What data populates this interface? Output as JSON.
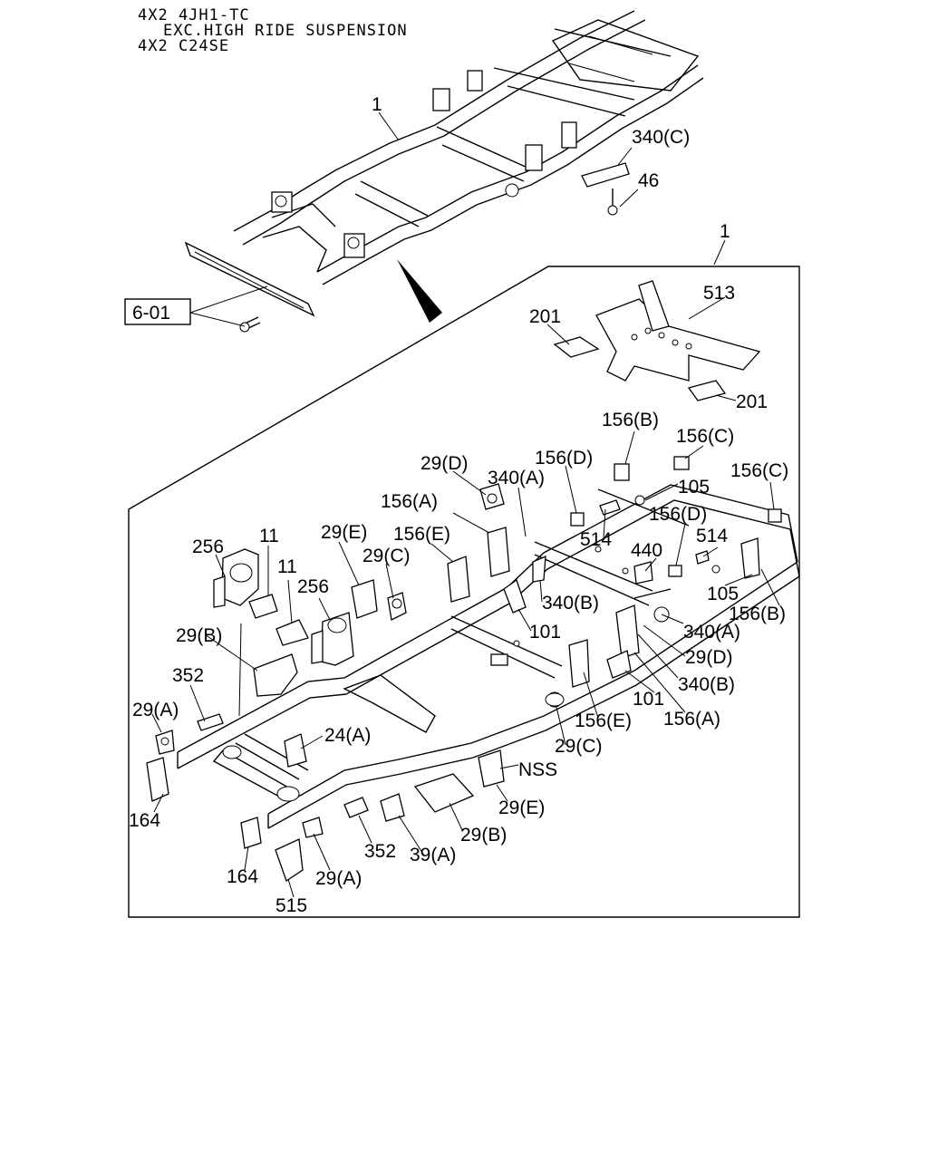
{
  "header": {
    "line1": "4X2 4JH1-TC",
    "line2": "EXC.HIGH RIDE SUSPENSION",
    "line3": "4X2 C24SE"
  },
  "ref_box": "6-01",
  "labels": [
    {
      "id": "top-1",
      "text": "1"
    },
    {
      "id": "top-340c",
      "text": "340(C)"
    },
    {
      "id": "top-46",
      "text": "46"
    },
    {
      "id": "detail-1",
      "text": "1"
    },
    {
      "id": "l201a",
      "text": "201"
    },
    {
      "id": "l513",
      "text": "513"
    },
    {
      "id": "l201b",
      "text": "201"
    },
    {
      "id": "l156b-top",
      "text": "156(B)"
    },
    {
      "id": "l156c-mid",
      "text": "156(C)"
    },
    {
      "id": "l156c-right",
      "text": "156(C)"
    },
    {
      "id": "l29d-top",
      "text": "29(D)"
    },
    {
      "id": "l156d-top",
      "text": "156(D)"
    },
    {
      "id": "l340a-top",
      "text": "340(A)"
    },
    {
      "id": "l105-top",
      "text": "105"
    },
    {
      "id": "l156a-top",
      "text": "156(A)"
    },
    {
      "id": "l156d-mid",
      "text": "156(D)"
    },
    {
      "id": "l514-left",
      "text": "514"
    },
    {
      "id": "l514-right",
      "text": "514"
    },
    {
      "id": "l440",
      "text": "440"
    },
    {
      "id": "l256-top",
      "text": "256"
    },
    {
      "id": "l11-a",
      "text": "11"
    },
    {
      "id": "l29e-top",
      "text": "29(E)"
    },
    {
      "id": "l156e-top",
      "text": "156(E)"
    },
    {
      "id": "l11-b",
      "text": "11"
    },
    {
      "id": "l29c-top",
      "text": "29(C)"
    },
    {
      "id": "l256-mid",
      "text": "256"
    },
    {
      "id": "l340b-mid",
      "text": "340(B)"
    },
    {
      "id": "l105-right",
      "text": "105"
    },
    {
      "id": "l156b-right",
      "text": "156(B)"
    },
    {
      "id": "l101-mid",
      "text": "101"
    },
    {
      "id": "l340a-right",
      "text": "340(A)"
    },
    {
      "id": "l29b-left",
      "text": "29(B)"
    },
    {
      "id": "l29d-right",
      "text": "29(D)"
    },
    {
      "id": "l352-left",
      "text": "352"
    },
    {
      "id": "l340b-right",
      "text": "340(B)"
    },
    {
      "id": "l101-right",
      "text": "101"
    },
    {
      "id": "l156a-right",
      "text": "156(A)"
    },
    {
      "id": "l29a-left",
      "text": "29(A)"
    },
    {
      "id": "l156e-bottom",
      "text": "156(E)"
    },
    {
      "id": "l24a",
      "text": "24(A)"
    },
    {
      "id": "l29c-bottom",
      "text": "29(C)"
    },
    {
      "id": "lnss",
      "text": "NSS"
    },
    {
      "id": "l164-left",
      "text": "164"
    },
    {
      "id": "l29e-bottom",
      "text": "29(E)"
    },
    {
      "id": "l29b-bottom",
      "text": "29(B)"
    },
    {
      "id": "l352-bottom",
      "text": "352"
    },
    {
      "id": "l39a",
      "text": "39(A)"
    },
    {
      "id": "l164-bottom",
      "text": "164"
    },
    {
      "id": "l29a-bottom",
      "text": "29(A)"
    },
    {
      "id": "l515",
      "text": "515"
    }
  ]
}
